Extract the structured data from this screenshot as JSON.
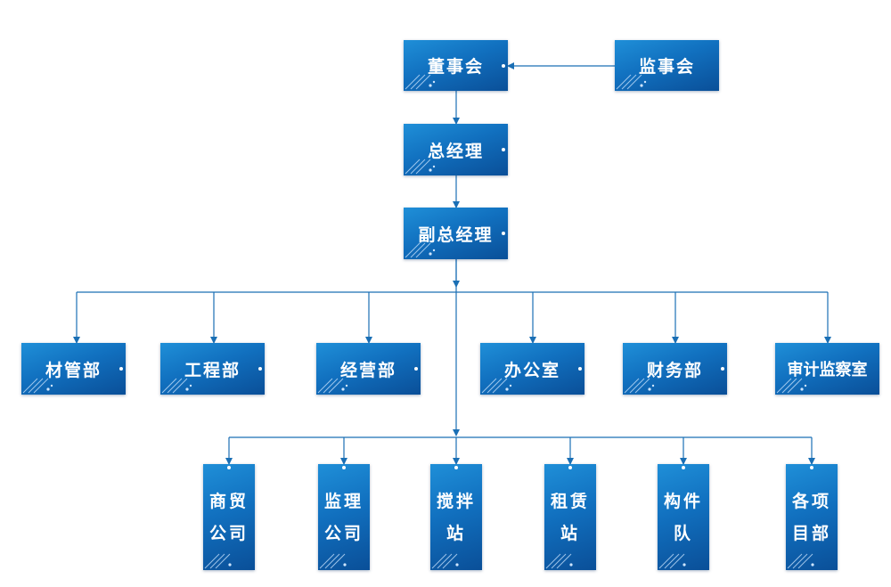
{
  "nodes": {
    "board": "董事会",
    "supervisors": "监事会",
    "gm": "总经理",
    "deputy_gm": "副总经理"
  },
  "departments": [
    "材管部",
    "工程部",
    "经营部",
    "办公室",
    "财务部",
    "审计监察室"
  ],
  "subsidiaries": [
    "商贸公司",
    "监理公司",
    "搅拌站",
    "租赁站",
    "构件队",
    "各项目部"
  ],
  "colors": {
    "box": "#1170bf",
    "line": "#1a6fb5"
  }
}
